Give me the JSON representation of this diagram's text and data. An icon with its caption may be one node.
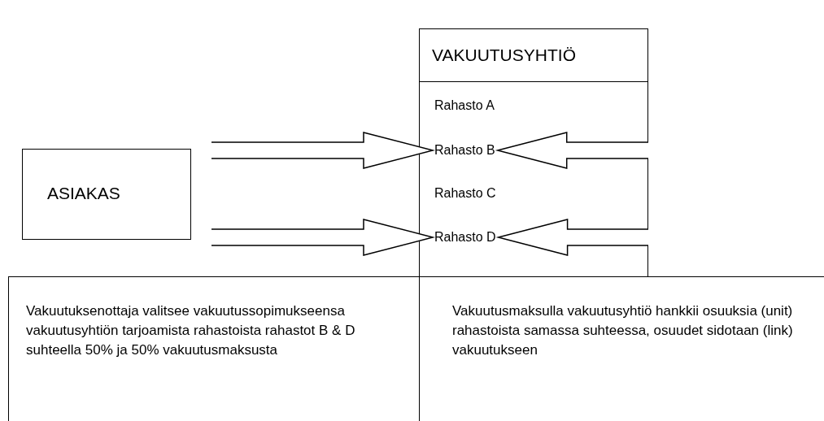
{
  "diagram": {
    "nodes": [
      {
        "text": [
          "ASIAKAS"
        ]
      },
      {
        "text": [
          "VAKUUTUSYHTIÖ"
        ]
      },
      {
        "text": [
          "Rahasto A"
        ],
        "in": 1
      },
      {
        "text": [
          "Rahasto B"
        ],
        "in": 1
      },
      {
        "text": [
          "Rahasto C"
        ],
        "in": 1
      },
      {
        "text": [
          "Rahasto D"
        ],
        "in": 1
      },
      {
        "text": [
          "Vakuutuksenottaja valitsee vakuutussopimukseensa vakuutusyhtiön tarjoamista rahastoista rahastot B & D suhteella 50% ja 50% vakuutusmaksusta"
        ]
      },
      {
        "text": [
          "Vakuutusmaksulla vakuutusyhtiö hankkii osuuksia (unit) rahastoista samassa suhteessa, osuudet sidotaan (link) vakuutukseen"
        ]
      }
    ],
    "edges": [
      {
        "from": 0,
        "to": 3,
        "arrow": "to"
      },
      {
        "from": 0,
        "to": 5,
        "arrow": "to"
      },
      {
        "from": null,
        "to": 3,
        "arrow": "to"
      },
      {
        "from": null,
        "to": 5,
        "arrow": "to"
      }
    ]
  }
}
